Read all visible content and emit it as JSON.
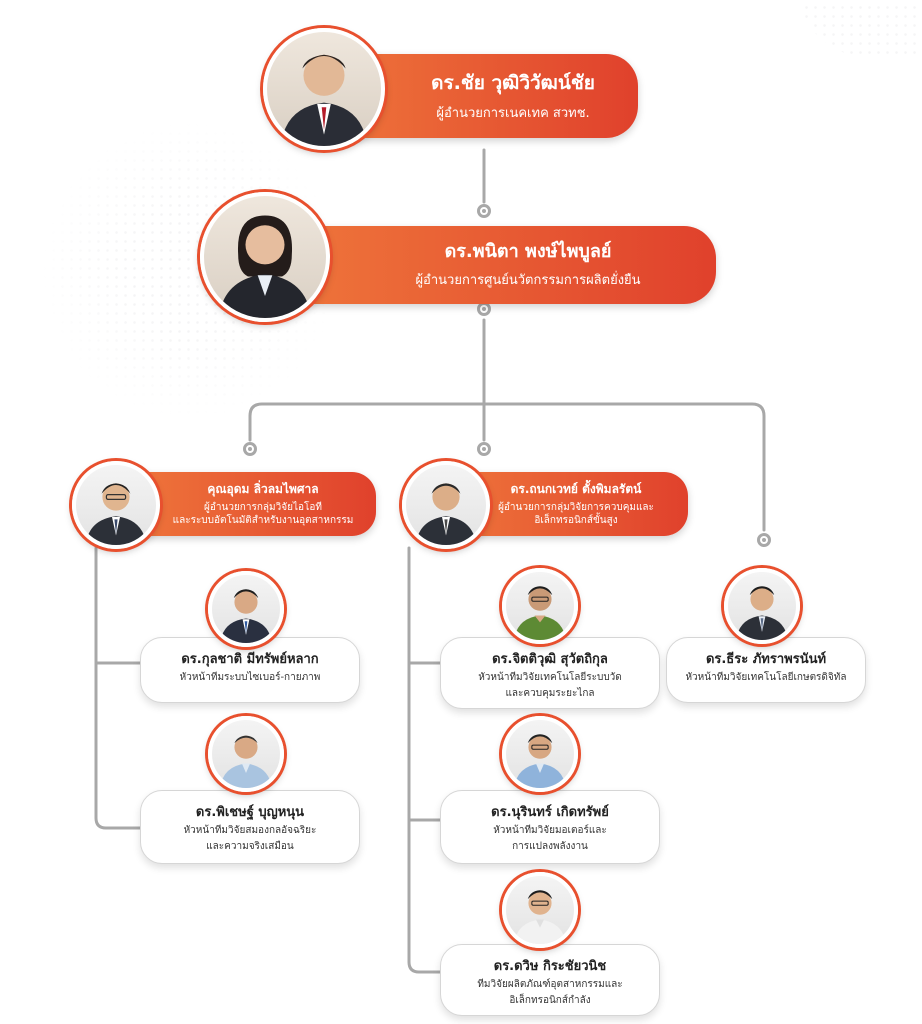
{
  "director": {
    "name": "ดร.ชัย วุฒิวิวัฒน์ชัย",
    "position": "ผู้อำนวยการเนคเทค สวทช.",
    "photo_icon": "man-portrait-icon"
  },
  "center_director": {
    "name": "ดร.พนิตา พงษ์ไพบูลย์",
    "position": "ผู้อำนวยการศูนย์นวัตกรรมการผลิตยั่งยืน",
    "photo_icon": "woman-portrait-icon"
  },
  "groups": [
    {
      "name": "คุณอุดม ลิ่วลมไพศาล",
      "position_line1": "ผู้อำนวยการกลุ่มวิจัยไอโอที",
      "position_line2": "และระบบอัตโนมัติสำหรับงานอุตสาหกรรม",
      "members": [
        {
          "name": "ดร.กุลชาติ มีทรัพย์หลาก",
          "line1": "หัวหน้าทีมระบบไซเบอร์-กายภาพ",
          "line2": ""
        },
        {
          "name": "ดร.พิเชษฐ์ บุญหนุน",
          "line1": "หัวหน้าทีมวิจัยสมองกลอัจฉริยะ",
          "line2": "และความจริงเสมือน"
        }
      ]
    },
    {
      "name": "ดร.ถนกเวทย์ ตั้งพิมลรัตน์",
      "position_line1": "ผู้อำนวยการกลุ่มวิจัยการควบคุมและ",
      "position_line2": "อิเล็กทรอนิกส์ขั้นสูง",
      "members": [
        {
          "name": "ดร.จิตติวุฒิ สุวัตถิกุล",
          "line1": "หัวหน้าทีมวิจัยเทคโนโลยีระบบวัด",
          "line2": "และควบคุมระยะไกล"
        },
        {
          "name": "ดร.นุรินทร์ เกิดทรัพย์",
          "line1": "หัวหน้าทีมวิจัยมอเตอร์และ",
          "line2": "การแปลงพลังงาน"
        },
        {
          "name": "ดร.ดวิษ กิระชัยวนิช",
          "line1": "ทีมวิจัยผลิตภัณฑ์อุตสาหกรรมและ",
          "line2": "อิเล็กทรอนิกส์กำลัง"
        }
      ]
    },
    {
      "name": "",
      "members": [
        {
          "name": "ดร.ธีระ ภัทราพรนันท์",
          "line1": "หัวหน้าทีมวิจัยเทคโนโลยีเกษตรดิจิทัล",
          "line2": ""
        }
      ]
    }
  ],
  "colors": {
    "accent_start": "#f07a3c",
    "accent_end": "#e0412c",
    "connector": "#a8a8a8"
  }
}
